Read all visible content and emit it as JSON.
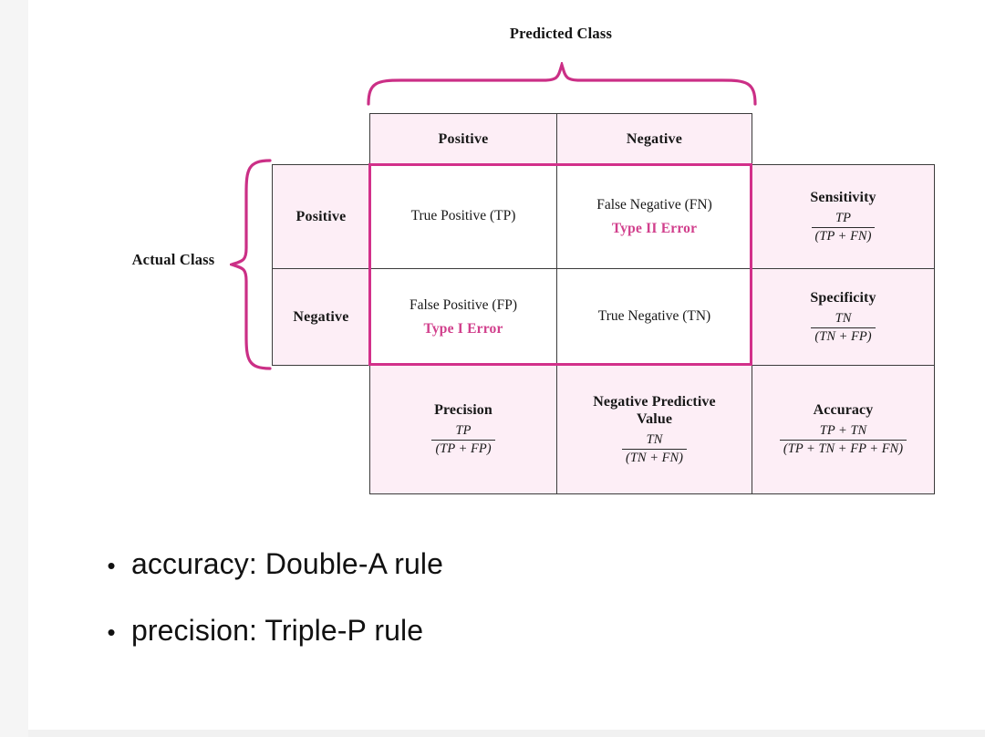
{
  "figure": {
    "predicted_class_label": "Predicted Class",
    "actual_class_label": "Actual Class",
    "accent_color": "#d2308a",
    "error_text_color": "#d13f8c",
    "cell_shade_color": "#fdeef6",
    "grid_color": "#3b3b3b"
  },
  "columns": {
    "predicted_positive": "Positive",
    "predicted_negative": "Negative"
  },
  "rows": {
    "actual_positive": "Positive",
    "actual_negative": "Negative"
  },
  "matrix": {
    "tp": {
      "label": "True Positive (TP)",
      "error": ""
    },
    "fn": {
      "label": "False Negative (FN)",
      "error": "Type II Error"
    },
    "fp": {
      "label": "False Positive (FP)",
      "error": "Type I Error"
    },
    "tn": {
      "label": "True Negative (TN)",
      "error": ""
    }
  },
  "metrics": {
    "sensitivity": {
      "name": "Sensitivity",
      "numerator": "TP",
      "denominator": "(TP + FN)"
    },
    "specificity": {
      "name": "Specificity",
      "numerator": "TN",
      "denominator": "(TN + FP)"
    },
    "precision": {
      "name": "Precision",
      "numerator": "TP",
      "denominator": "(TP + FP)"
    },
    "npv": {
      "name_line1": "Negative Predictive",
      "name_line2": "Value",
      "numerator": "TN",
      "denominator": "(TN + FN)"
    },
    "accuracy": {
      "name": "Accuracy",
      "numerator": "TP + TN",
      "denominator": "(TP + TN + FP + FN)"
    }
  },
  "notes": {
    "bullet_glyph": "•",
    "items": [
      "accuracy: Double-A rule",
      "precision: Triple-P rule"
    ]
  }
}
